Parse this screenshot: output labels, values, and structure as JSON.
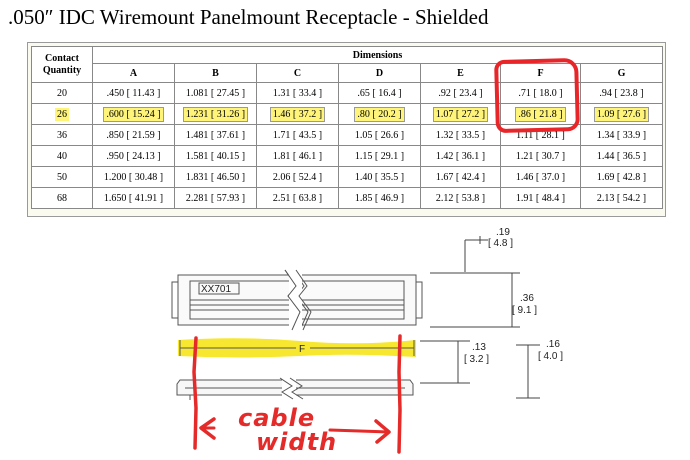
{
  "title": ".050″ IDC Wiremount Panelmount Receptacle - Shielded",
  "table": {
    "qty_header_line1": "Contact",
    "qty_header_line2": "Quantity",
    "group_header": "Dimensions",
    "columns": [
      "A",
      "B",
      "C",
      "D",
      "E",
      "F",
      "G"
    ],
    "highlighted_row_index": 1,
    "circled_column": "F",
    "rows": [
      {
        "qty": "20",
        "cells": [
          ".450 [ 11.43 ]",
          "1.081 [ 27.45 ]",
          "1.31 [ 33.4 ]",
          ".65 [ 16.4 ]",
          ".92 [ 23.4 ]",
          ".71 [ 18.0 ]",
          ".94 [ 23.8 ]"
        ]
      },
      {
        "qty": "26",
        "cells": [
          ".600 [ 15.24 ]",
          "1.231 [ 31.26 ]",
          "1.46 [ 37.2 ]",
          ".80 [ 20.2 ]",
          "1.07 [ 27.2 ]",
          ".86 [ 21.8 ]",
          "1.09 [ 27.6 ]"
        ]
      },
      {
        "qty": "36",
        "cells": [
          ".850 [ 21.59 ]",
          "1.481 [ 37.61 ]",
          "1.71 [ 43.5 ]",
          "1.05 [ 26.6 ]",
          "1.32 [ 33.5 ]",
          "1.11 [ 28.1 ]",
          "1.34 [ 33.9 ]"
        ]
      },
      {
        "qty": "40",
        "cells": [
          ".950 [ 24.13 ]",
          "1.581 [ 40.15 ]",
          "1.81 [ 46.1 ]",
          "1.15 [ 29.1 ]",
          "1.42 [ 36.1 ]",
          "1.21 [ 30.7 ]",
          "1.44 [ 36.5 ]"
        ]
      },
      {
        "qty": "50",
        "cells": [
          "1.200 [ 30.48 ]",
          "1.831 [ 46.50 ]",
          "2.06 [ 52.4 ]",
          "1.40 [ 35.5 ]",
          "1.67 [ 42.4 ]",
          "1.46 [ 37.0 ]",
          "1.69 [ 42.8 ]"
        ]
      },
      {
        "qty": "68",
        "cells": [
          "1.650 [ 41.91 ]",
          "2.281 [ 57.93 ]",
          "2.51 [ 63.8 ]",
          "1.85 [ 46.9 ]",
          "2.12 [ 53.8 ]",
          "1.91 [ 48.4 ]",
          "2.13 [ 54.2 ]"
        ]
      }
    ]
  },
  "drawing": {
    "part_marking": "XX701",
    "dim_label_f": "F",
    "dim_019_in": ".19",
    "dim_019_mm": "[ 4.8 ]",
    "dim_036_in": ".36",
    "dim_036_mm": "[ 9.1 ]",
    "dim_013_in": ".13",
    "dim_013_mm": "[ 3.2 ]",
    "dim_016_in": ".16",
    "dim_016_mm": "[ 4.0 ]"
  },
  "annotation": {
    "line1": "cable",
    "line2": "width"
  },
  "colors": {
    "annotation_red": "#e52a2a",
    "highlight_yellow": "#fff47a",
    "marker_yellow": "#f6e51e"
  }
}
